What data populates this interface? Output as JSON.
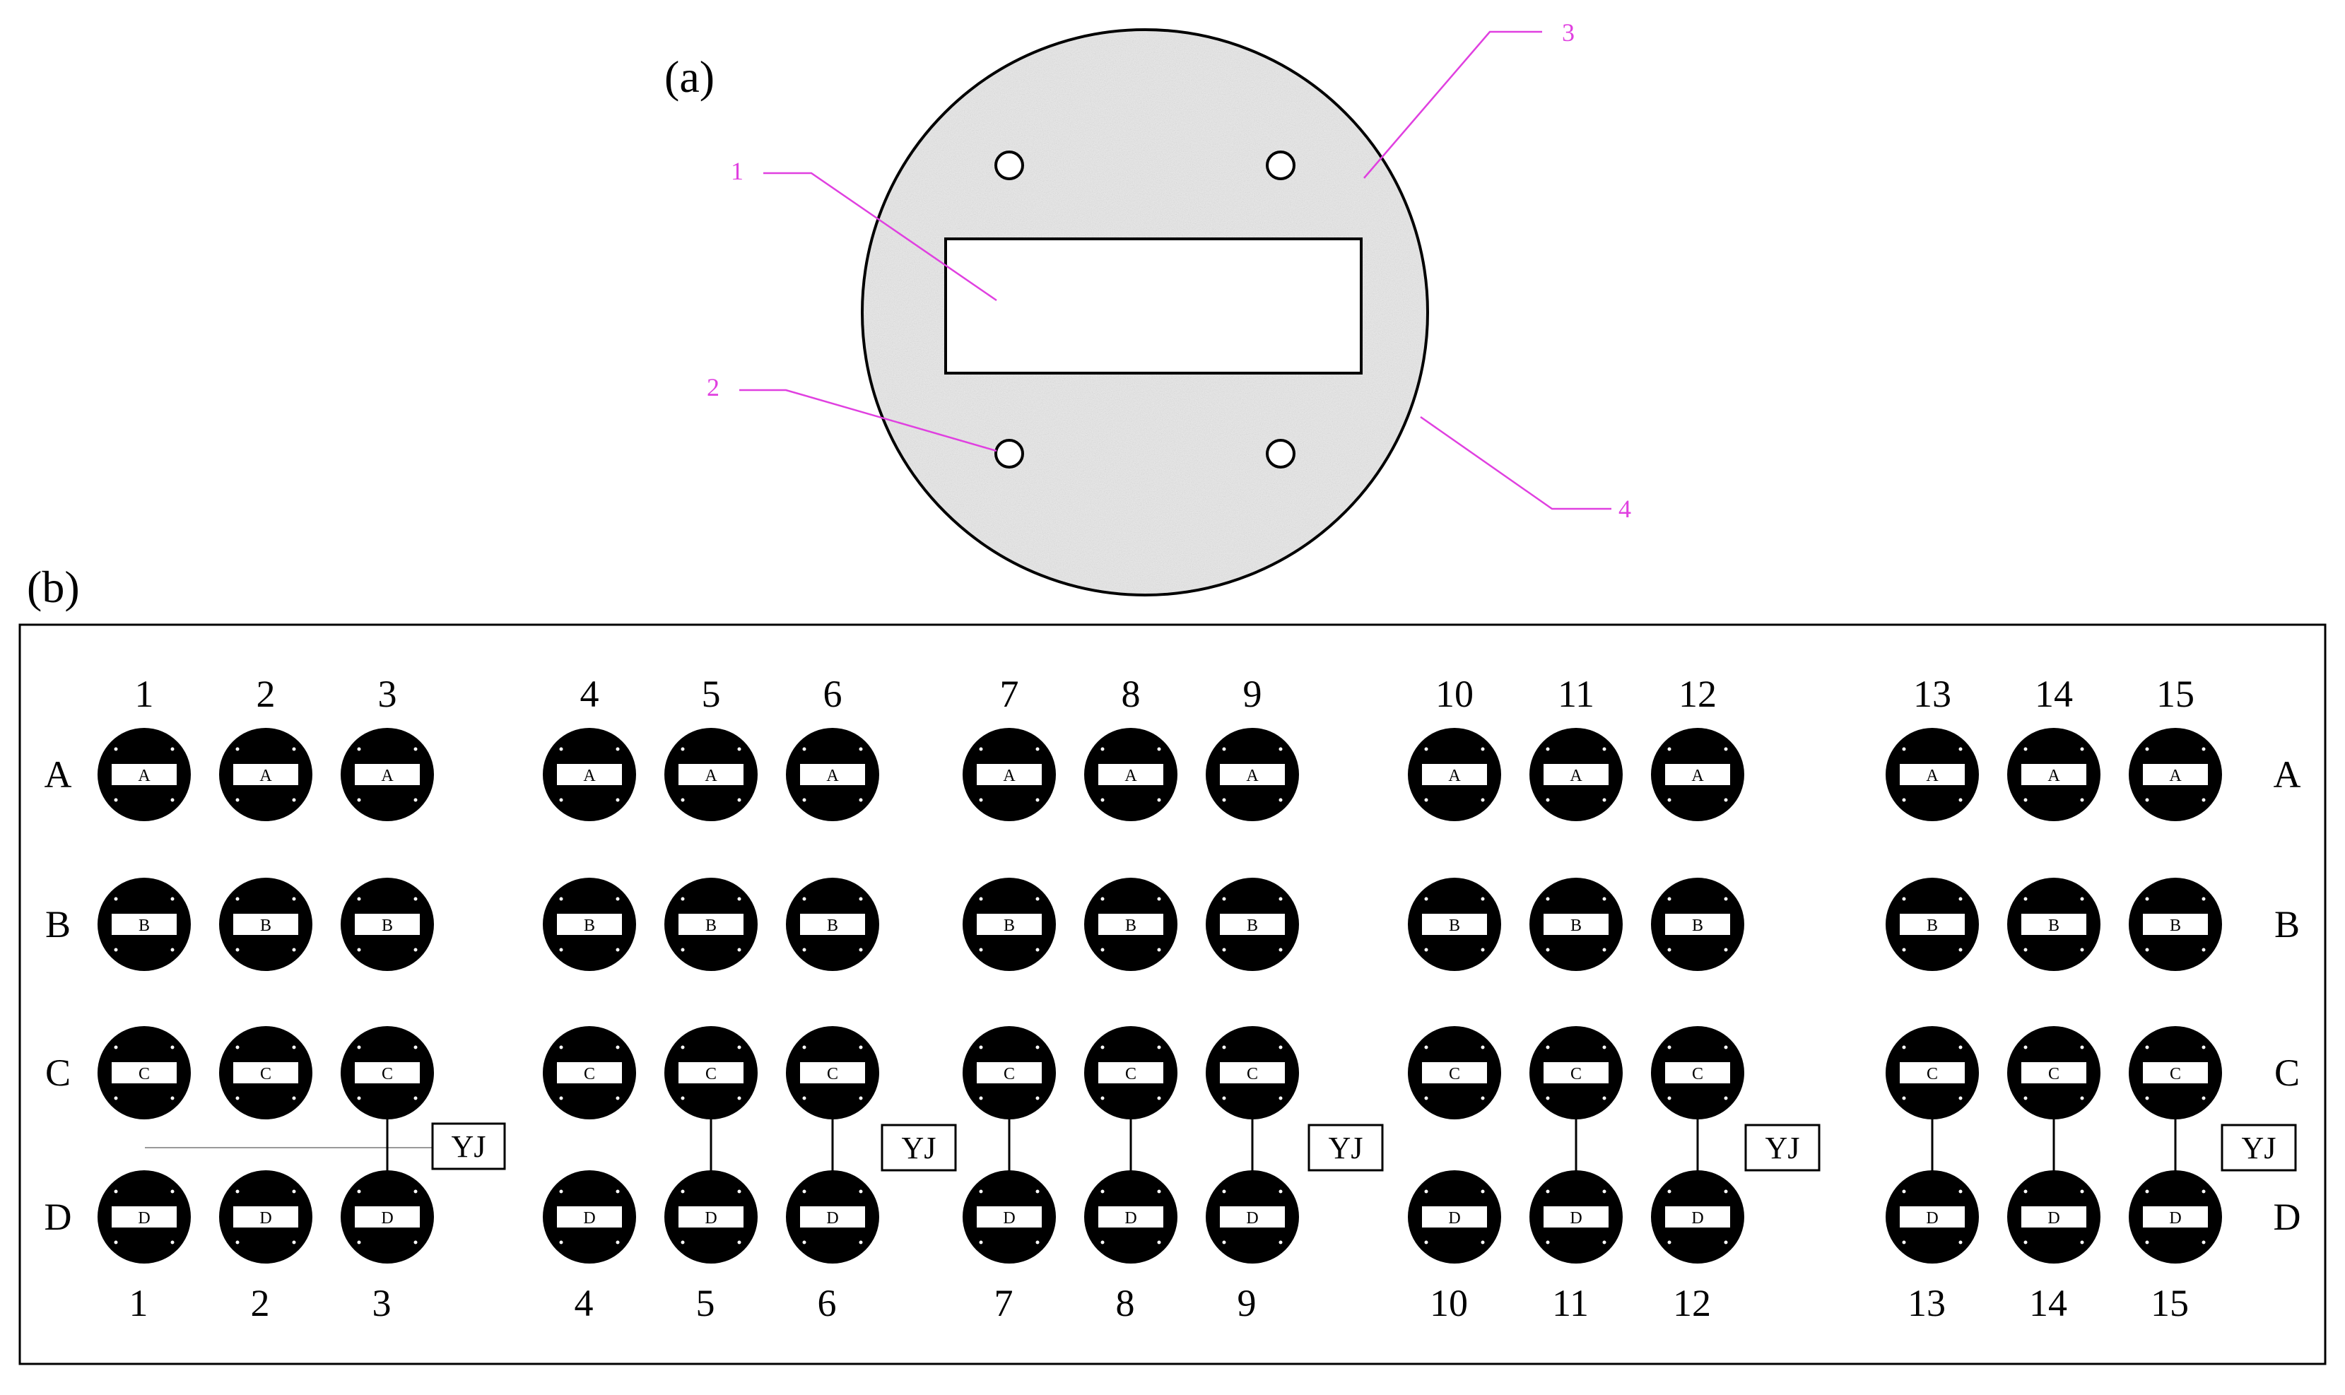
{
  "panel_a": {
    "label": "(a)",
    "callouts": [
      "1",
      "2",
      "3",
      "4"
    ]
  },
  "panel_b": {
    "label": "(b)",
    "columns": [
      "1",
      "2",
      "3",
      "4",
      "5",
      "6",
      "7",
      "8",
      "9",
      "10",
      "11",
      "12",
      "13",
      "14",
      "15"
    ],
    "rows": [
      "A",
      "B",
      "C",
      "D"
    ],
    "connector_label": "YJ",
    "connected_columns": [
      3,
      5,
      6,
      7,
      8,
      9,
      11,
      12,
      13,
      14,
      15
    ]
  },
  "colors": {
    "callout": "#e040e0",
    "disk_fill": "#e9e9e9",
    "specimen": "#000000"
  }
}
